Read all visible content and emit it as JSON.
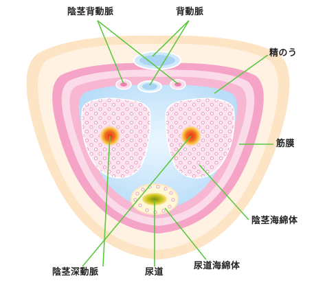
{
  "labels": {
    "deep_dorsal_vein": "陰茎背動脈",
    "dorsal_artery": "背動脈",
    "seminal_duct": "精のう",
    "fascia": "筋膜",
    "corpus_cavernosum": "陰茎海綿体",
    "deep_artery": "陰茎深動脈",
    "urethra": "尿道",
    "corpus_spongiosum": "尿道海綿体"
  },
  "colors": {
    "outer_skin": "#fde4c4",
    "inner_skin": "#fff2e2",
    "pink_layer": "#f5a3c7",
    "blue_layer": "#bfe3fb",
    "cavernosum_fill": "#fbe3ef",
    "artery_center": "#e8361c",
    "pointer_line": "#5ac73d"
  }
}
